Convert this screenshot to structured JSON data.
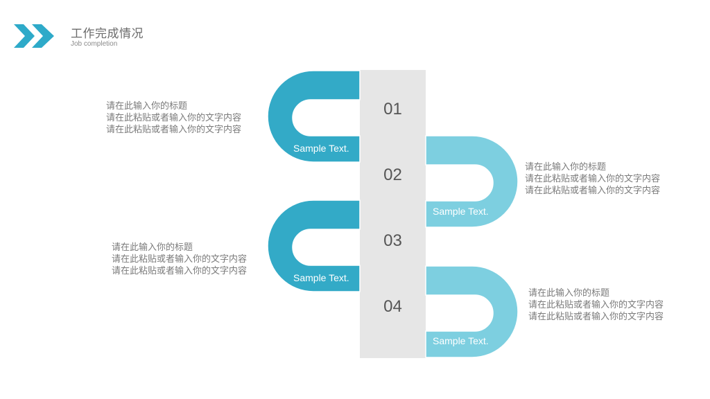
{
  "header": {
    "title": "工作完成情况",
    "subtitle": "Job completion",
    "accent_color": "#2eaac9",
    "icon": "double-chevron-right-icon"
  },
  "steps": [
    {
      "number": "01",
      "label": "Sample Text.",
      "side": "left",
      "color": "#33aac7",
      "text": {
        "title": "请在此输入你的标题",
        "line1": "请在此粘贴或者输入你的文字内容",
        "line2": "请在此粘贴或者输入你的文字内容"
      }
    },
    {
      "number": "02",
      "label": "Sample Text.",
      "side": "right",
      "color": "#7dcfe0",
      "text": {
        "title": "请在此输入你的标题",
        "line1": "请在此粘贴或者输入你的文字内容",
        "line2": "请在此粘贴或者输入你的文字内容"
      }
    },
    {
      "number": "03",
      "label": "Sample Text.",
      "side": "left",
      "color": "#33aac7",
      "text": {
        "title": "请在此输入你的标题",
        "line1": "请在此粘贴或者输入你的文字内容",
        "line2": "请在此粘贴或者输入你的文字内容"
      }
    },
    {
      "number": "04",
      "label": "Sample Text.",
      "side": "right",
      "color": "#7dcfe0",
      "text": {
        "title": "请在此输入你的标题",
        "line1": "请在此粘贴或者输入你的文字内容",
        "line2": "请在此粘贴或者输入你的文字内容"
      }
    }
  ]
}
